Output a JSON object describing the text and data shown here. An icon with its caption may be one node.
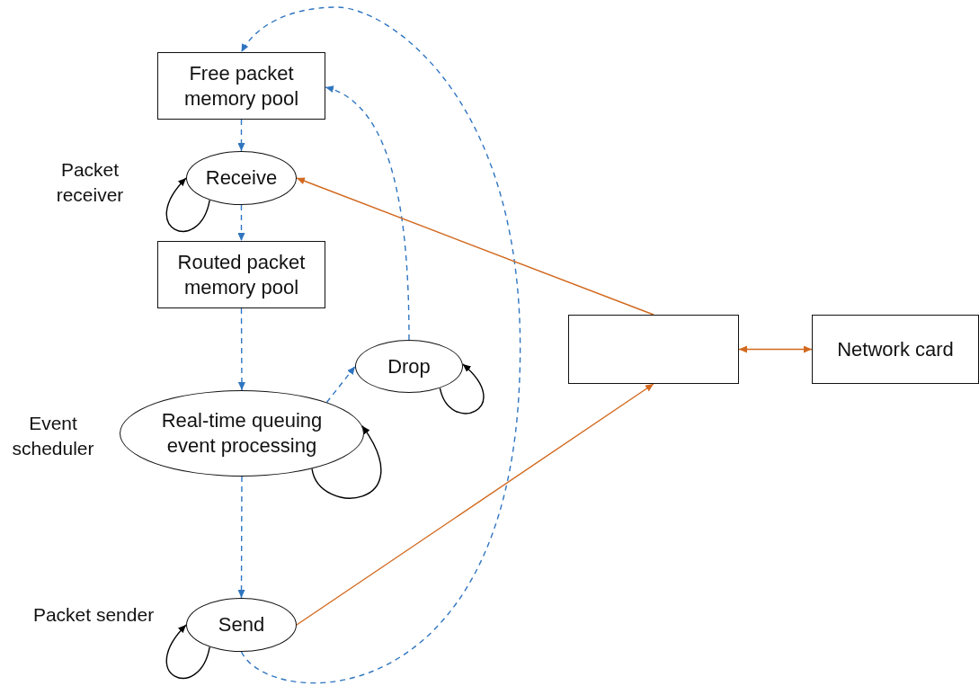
{
  "diagram": {
    "nodes": [
      {
        "text": [
          "Free packet memory pool"
        ]
      },
      {
        "text": [
          "Receive"
        ],
        "beside": [
          "Packet receiver"
        ]
      },
      {
        "text": [
          "Routed packet memory pool"
        ]
      },
      {
        "text": [
          "Drop"
        ]
      },
      {
        "text": [
          "Real-time queuing event processing"
        ],
        "beside": [
          "Event scheduler"
        ]
      },
      {
        "text": [
          "Send"
        ],
        "beside": [
          "Packet sender"
        ]
      },
      {
        "text": [],
        "shape": "box"
      },
      {
        "text": [
          "Network card"
        ]
      }
    ],
    "edges": [
      {
        "from": 0,
        "to": 1,
        "arrow": "to",
        "style": "dashed"
      },
      {
        "from": 1,
        "to": 2,
        "arrow": "to",
        "style": "dashed"
      },
      {
        "from": 2,
        "to": 4,
        "arrow": "to",
        "style": "dashed"
      },
      {
        "from": 4,
        "to": 3,
        "arrow": "to",
        "style": "dashed"
      },
      {
        "from": 3,
        "to": 0,
        "arrow": "to",
        "style": "dashed"
      },
      {
        "from": 4,
        "to": 5,
        "arrow": "to",
        "style": "dashed"
      },
      {
        "from": 5,
        "to": 0,
        "arrow": "to",
        "style": "dashed"
      },
      {
        "from": 1,
        "to": 1,
        "arrow": "to",
        "color": "#000000"
      },
      {
        "from": 3,
        "to": 3,
        "arrow": "to",
        "color": "#000000"
      },
      {
        "from": 4,
        "to": 4,
        "arrow": "to",
        "color": "#000000"
      },
      {
        "from": 5,
        "to": 5,
        "arrow": "to",
        "color": "#000000"
      },
      {
        "from": 6,
        "to": 1,
        "arrow": "to",
        "color": "#d2691e"
      },
      {
        "from": 5,
        "to": 6,
        "arrow": "to",
        "color": "#d2691e"
      },
      {
        "from": 6,
        "to": 7,
        "arrow": "both",
        "color": "#d2691e"
      }
    ]
  }
}
